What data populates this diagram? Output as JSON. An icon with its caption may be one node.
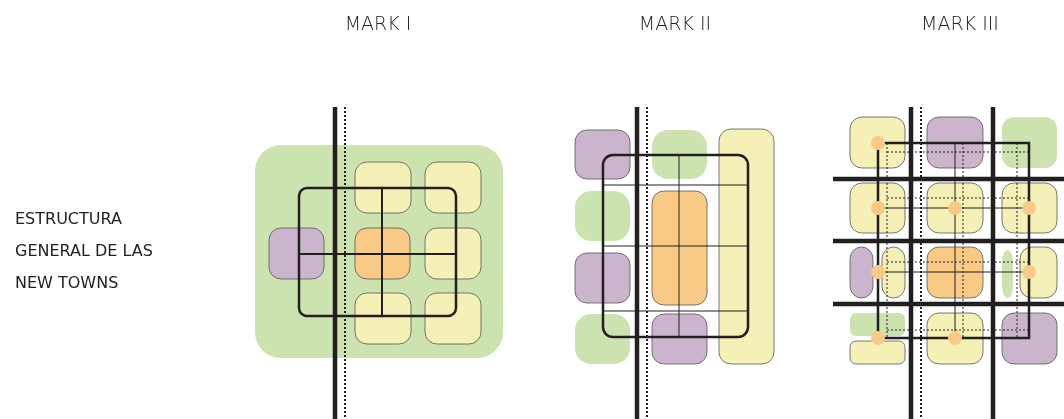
{
  "diagram": {
    "labels": [
      "MARK I",
      "MARK II",
      "MARK III",
      "ESTRUCTURA GENERAL DE LAS NEW TOWNS"
    ]
  }
}
